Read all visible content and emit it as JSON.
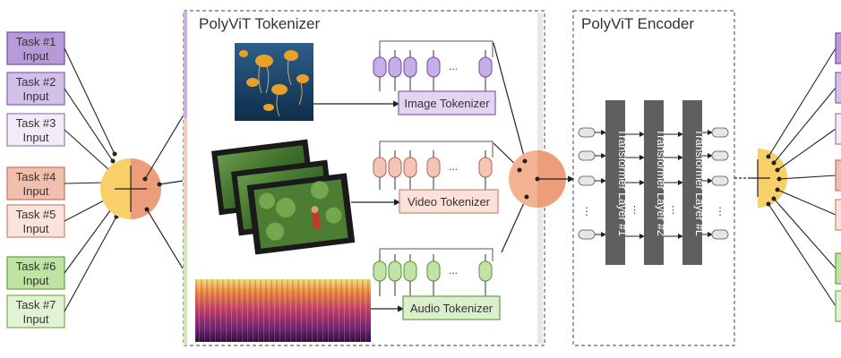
{
  "tokenizer_section": {
    "title": "PolyViT  Tokenizer"
  },
  "encoder_section": {
    "title": "PolyViT  Encoder"
  },
  "tasks": [
    {
      "line1": "Task #1",
      "line2": "Input",
      "fill": "#b79ad8",
      "stroke": "#7a55a8"
    },
    {
      "line1": "Task #2",
      "line2": "Input",
      "fill": "#d2c0e8",
      "stroke": "#8a6bb5"
    },
    {
      "line1": "Task #3",
      "line2": "Input",
      "fill": "#f2ecf8",
      "stroke": "#9a86b8"
    },
    {
      "line1": "Task #4",
      "line2": "Input",
      "fill": "#f1bfae",
      "stroke": "#c97b66"
    },
    {
      "line1": "Task #5",
      "line2": "Input",
      "fill": "#fbe3da",
      "stroke": "#c98f7e"
    },
    {
      "line1": "Task #6",
      "line2": "Input",
      "fill": "#bfe3a3",
      "stroke": "#6aa84f"
    },
    {
      "line1": "Task #7",
      "line2": "Input",
      "fill": "#e2f3d4",
      "stroke": "#7cb35a"
    }
  ],
  "tokenizers": [
    {
      "label": "Image Tokenizer",
      "fill": "#e3d4f2",
      "stroke": "#8a6bb5",
      "token_fill": "#c6afe6",
      "token_stroke": "#7a55a8"
    },
    {
      "label": "Video Tokenizer",
      "fill": "#fbe1d8",
      "stroke": "#c98f7e",
      "token_fill": "#f3c5b6",
      "token_stroke": "#b9705c"
    },
    {
      "label": "Audio Tokenizer",
      "fill": "#dcefcc",
      "stroke": "#6aa84f",
      "token_fill": "#c2e2a6",
      "token_stroke": "#5f9a44"
    }
  ],
  "ellipsis": "...",
  "vertical_ellipsis": "⋮",
  "transformer_layers": [
    {
      "label": "Transformer Layer #1"
    },
    {
      "label": "Transformer Layer #2"
    },
    {
      "label": "Transformer Layer #L"
    }
  ],
  "colors": {
    "task_purple": "#b79ad8",
    "task_salmon": "#f1bfae",
    "task_green": "#bfe3a3",
    "router_yellow": "#f9cf6a",
    "router_salmon": "#ec9d79",
    "transformer_dark": "#5f5f5f",
    "encoder_token": "#e6e6e6"
  },
  "images": {
    "jellyfish": "jellyfish-photo",
    "video": "forest-video-frames",
    "spectrogram": "audio-spectrogram"
  }
}
